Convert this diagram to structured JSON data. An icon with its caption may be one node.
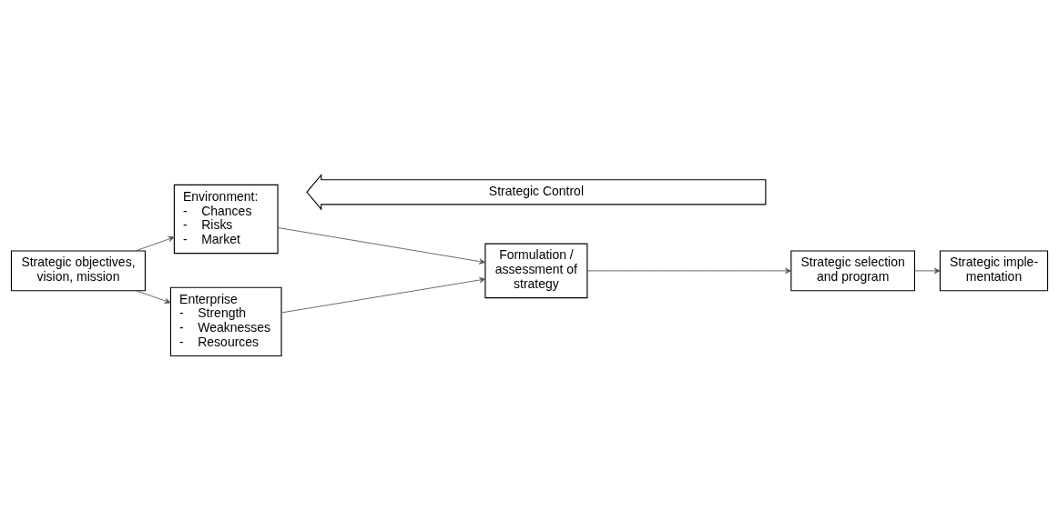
{
  "diagram": {
    "nodes": [
      {
        "text": [
          "Strategic objectives, vision, mission"
        ]
      },
      {
        "text": [
          "Environment:",
          "-    Chances",
          "-    Risks",
          "-    Market"
        ]
      },
      {
        "text": [
          "Enterprise",
          "-    Strength",
          "-    Weaknesses",
          "-    Resources"
        ]
      },
      {
        "text": [
          "Formulation / assessment of strategy"
        ]
      },
      {
        "text": [
          "Strategic selection and program"
        ]
      },
      {
        "text": [
          "Strategic imple- mentation"
        ]
      },
      {
        "text": [
          "Strategic Control"
        ]
      }
    ],
    "edges": [
      {
        "from": 0,
        "to": 1,
        "arrow": "to"
      },
      {
        "from": 0,
        "to": 2,
        "arrow": "to"
      },
      {
        "from": 1,
        "to": 3,
        "arrow": "to"
      },
      {
        "from": 2,
        "to": 3,
        "arrow": "to"
      },
      {
        "from": 3,
        "to": 4,
        "arrow": "to"
      },
      {
        "from": 4,
        "to": 5,
        "arrow": "to"
      }
    ]
  }
}
